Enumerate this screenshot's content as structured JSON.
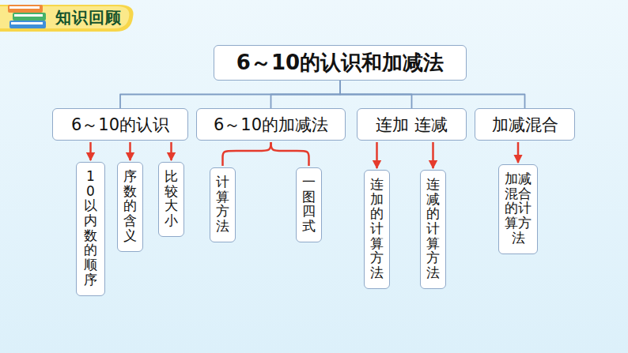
{
  "diagram": {
    "title": "知识回顾",
    "nodes": [
      {
        "text": [
          "6～10的认识和加减法"
        ]
      },
      {
        "text": [
          "6～10的认识"
        ]
      },
      {
        "text": [
          "6～10的加减法"
        ]
      },
      {
        "text": [
          "连加 连减"
        ]
      },
      {
        "text": [
          "加减混合"
        ]
      },
      {
        "text": [
          "10以内数的顺序"
        ]
      },
      {
        "text": [
          "序数的含义"
        ]
      },
      {
        "text": [
          "比较大小"
        ]
      },
      {
        "text": [
          "计算方法"
        ]
      },
      {
        "text": [
          "一图四式"
        ]
      },
      {
        "text": [
          "连加的计算方法"
        ]
      },
      {
        "text": [
          "连减的计算方法"
        ]
      },
      {
        "text": [
          "加减混合的计算方法"
        ]
      }
    ],
    "edges": [
      {
        "from": 0,
        "to": 1,
        "arrow": "none"
      },
      {
        "from": 0,
        "to": 2,
        "arrow": "none"
      },
      {
        "from": 0,
        "to": 3,
        "arrow": "none"
      },
      {
        "from": 0,
        "to": 4,
        "arrow": "none"
      },
      {
        "from": 1,
        "to": 5,
        "arrow": "to"
      },
      {
        "from": 1,
        "to": 6,
        "arrow": "to"
      },
      {
        "from": 1,
        "to": 7,
        "arrow": "to"
      },
      {
        "from": 2,
        "to": 8,
        "arrow": "none"
      },
      {
        "from": 2,
        "to": 9,
        "arrow": "none"
      },
      {
        "from": 3,
        "to": 10,
        "arrow": "to"
      },
      {
        "from": 3,
        "to": 11,
        "arrow": "to"
      },
      {
        "from": 4,
        "to": 12,
        "arrow": "to"
      }
    ]
  }
}
